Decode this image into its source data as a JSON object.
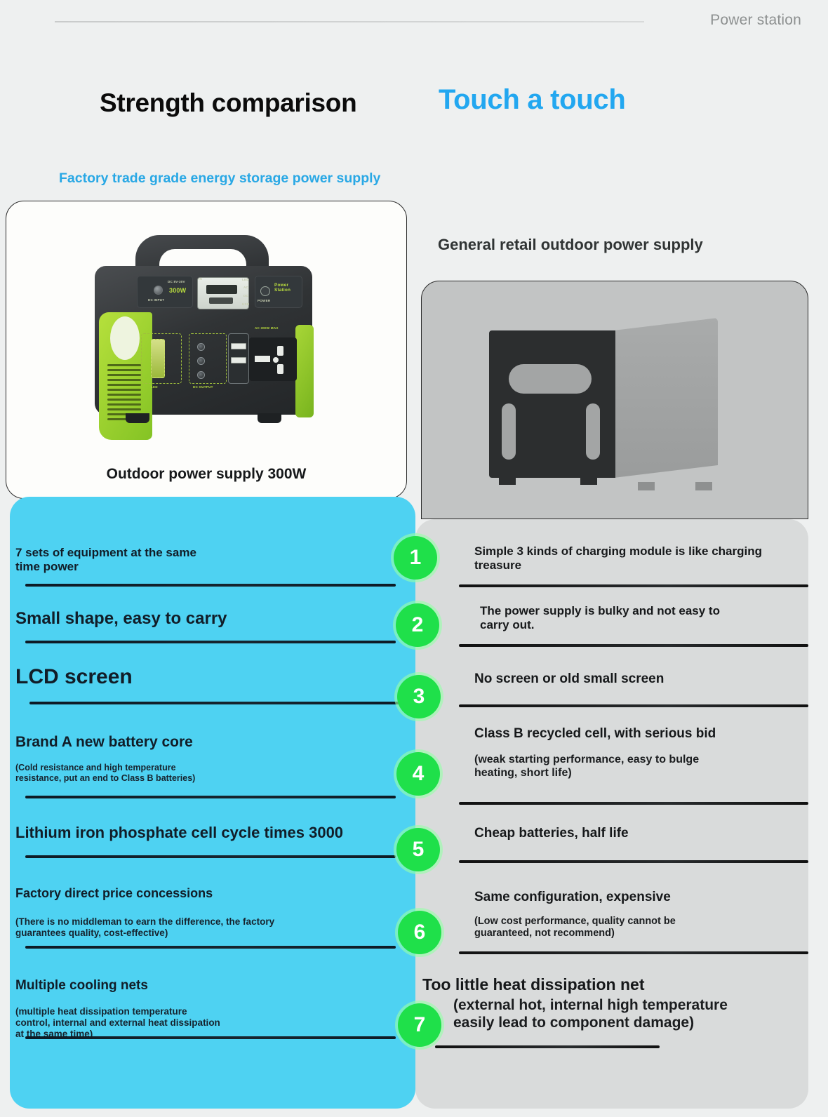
{
  "header": {
    "brand": "Power station"
  },
  "titles": {
    "main": "Strength comparison",
    "accent": "Touch a touch",
    "subtitle_left": "Factory trade grade energy storage power supply",
    "subtitle_right": "General retail outdoor power supply"
  },
  "products": {
    "left_caption": "Outdoor power supply 300W",
    "left_device_labels": {
      "dc_input": "DC INPUT",
      "dc_spec": "DC 8V-30V",
      "brand": "300W",
      "power": "POWER",
      "power_station": "Power Station",
      "lcd_in": "IN",
      "lcd_led": "LED",
      "lcd_ac": "AC",
      "lcd_dc": "DC",
      "lcd_usb": "USB",
      "ac_max": "AC 300W MAX",
      "led_label": "LED",
      "dc_output": "DC OUTPUT"
    }
  },
  "colors": {
    "accent_blue": "#22a7f0",
    "panel_left": "#4ed2f2",
    "panel_right": "#d9dbdb",
    "badge_green": "#1fe04a",
    "product_green": "#a8d637"
  },
  "comparison": {
    "left_items": [
      {
        "num": "1",
        "head": "7 sets of equipment at the same\ntime power",
        "sub": ""
      },
      {
        "num": "2",
        "head": "Small shape, easy to carry",
        "sub": ""
      },
      {
        "num": "3",
        "head": "LCD screen",
        "sub": ""
      },
      {
        "num": "4",
        "head": "Brand A new battery core",
        "sub": "(Cold resistance and high temperature\nresistance, put an end to Class B batteries)"
      },
      {
        "num": "5",
        "head": "Lithium iron phosphate cell cycle times 3000",
        "sub": ""
      },
      {
        "num": "6",
        "head": "Factory direct price concessions",
        "sub": "(There is no middleman to earn the difference, the factory\nguarantees quality, cost-effective)"
      },
      {
        "num": "7",
        "head": "Multiple cooling nets",
        "sub": "(multiple heat dissipation temperature\ncontrol, internal and external heat dissipation\nat the same time)"
      }
    ],
    "right_items": [
      {
        "num": "1",
        "head": "Simple 3 kinds of charging module is like charging\ntreasure",
        "sub": ""
      },
      {
        "num": "2",
        "head": "The power supply is bulky and not easy to\ncarry out.",
        "sub": ""
      },
      {
        "num": "3",
        "head": "No screen or old small screen",
        "sub": ""
      },
      {
        "num": "4",
        "head": "Class B recycled cell, with serious bid",
        "sub": "(weak starting performance, easy to bulge\nheating, short life)"
      },
      {
        "num": "5",
        "head": "Cheap batteries, half life",
        "sub": ""
      },
      {
        "num": "6",
        "head": "Same configuration, expensive",
        "sub": "(Low cost performance, quality cannot be\nguaranteed, not recommend)"
      },
      {
        "num": "7",
        "head": "Too little heat dissipation net",
        "sub": "(external hot, internal high temperature\neasily lead to component damage)"
      }
    ]
  }
}
